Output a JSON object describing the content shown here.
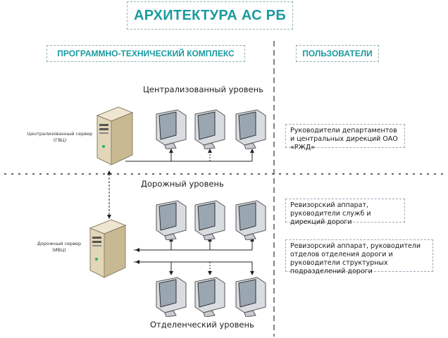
{
  "title": "АРХИТЕКТУРА АС РБ",
  "sections": {
    "ptk": "ПРОГРАММНО-ТЕХНИЧЕСКИЙ КОМПЛЕКС",
    "users": "ПОЛЬЗОВАТЕЛИ"
  },
  "levels": {
    "central": "Централизованный уровень",
    "road": "Дорожный уровень",
    "department": "Отделенческий уровень"
  },
  "servers": {
    "central_label": "Централизованный сервер (ГВЦ)",
    "road_label": "Дорожный сервер (ИВЦ)"
  },
  "users": [
    "Руководители департаментов и центральных дирекций ОАО «РЖД»",
    "Ревизорский аппарат, руководители служб и дирекций дороги",
    "Ревизорский аппарат, руководители отделов отделения дороги и руководители структурных подразделений дороги"
  ],
  "icons": {
    "server": "server-tower-icon",
    "monitor": "crt-monitor-icon"
  }
}
